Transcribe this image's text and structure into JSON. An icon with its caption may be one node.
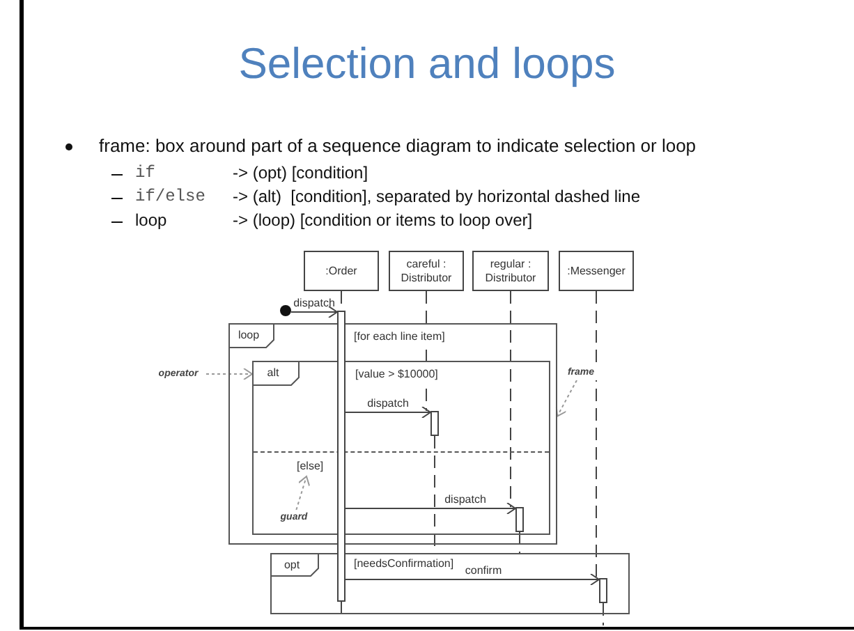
{
  "diagram": {
    "title": "Selection and loops",
    "nodes": [
      {
        "text": [
          ":Order"
        ]
      },
      {
        "text": [
          "careful : Distributor"
        ]
      },
      {
        "text": [
          "regular : Distributor"
        ]
      },
      {
        "text": [
          ":Messenger"
        ]
      },
      {
        "text": [],
        "shape": "circle"
      },
      {
        "text": [],
        "shape": "bar"
      },
      {
        "text": [
          "loop",
          "[for each line item]"
        ]
      },
      {
        "text": [
          "operator"
        ]
      },
      {
        "text": [
          "frame"
        ]
      },
      {
        "text": [
          "alt",
          "[value > $10000]",
          "[else]"
        ],
        "in": 6
      },
      {
        "text": [],
        "shape": "bar",
        "in": 9
      },
      {
        "text": [
          "guard"
        ],
        "in": 9
      },
      {
        "text": [],
        "shape": "bar",
        "in": 9
      },
      {
        "text": [
          "opt",
          "[needsConfirmation]"
        ]
      },
      {
        "text": [],
        "shape": "bar",
        "in": 13
      }
    ],
    "edges": [
      {
        "from": 4,
        "to": 5,
        "arrow": "to",
        "label": "dispatch"
      },
      {
        "from": 5,
        "to": 10,
        "arrow": "to",
        "label": "dispatch"
      },
      {
        "from": 5,
        "to": 12,
        "arrow": "to",
        "label": "dispatch"
      },
      {
        "from": 5,
        "to": 14,
        "arrow": "to",
        "label": "confirm"
      },
      {
        "from": 7,
        "to": 9,
        "arrow": "to",
        "style": "dashed",
        "color": "#999999"
      },
      {
        "from": 8,
        "to": 6,
        "arrow": "to",
        "style": "dashed",
        "color": "#999999"
      },
      {
        "from": 11,
        "to": 9,
        "arrow": "to",
        "style": "dashed",
        "color": "#999999"
      },
      {
        "from": 0,
        "to": 5,
        "arrow": "none",
        "style": "dashed"
      },
      {
        "from": 5,
        "to": 13,
        "arrow": "none",
        "style": "dashed"
      },
      {
        "from": 1,
        "to": 10,
        "arrow": "none",
        "style": "dashed"
      },
      {
        "from": 10,
        "to": 13,
        "arrow": "none",
        "style": "dashed"
      },
      {
        "from": 2,
        "to": 12,
        "arrow": "none",
        "style": "dashed"
      },
      {
        "from": 12,
        "to": 13,
        "arrow": "none",
        "style": "dashed"
      },
      {
        "from": 3,
        "to": 14,
        "arrow": "none",
        "style": "dashed"
      },
      {
        "from": 14,
        "to": null,
        "arrow": "none",
        "style": "dashed"
      }
    ],
    "labels": [
      "frame: box around part of a sequence diagram to indicate selection or loop",
      "if",
      "-> (opt) [condition]",
      "if/else",
      "-> (alt)  [condition], separated by horizontal dashed line",
      "loop",
      "-> (loop) [condition or items to loop over]"
    ]
  }
}
